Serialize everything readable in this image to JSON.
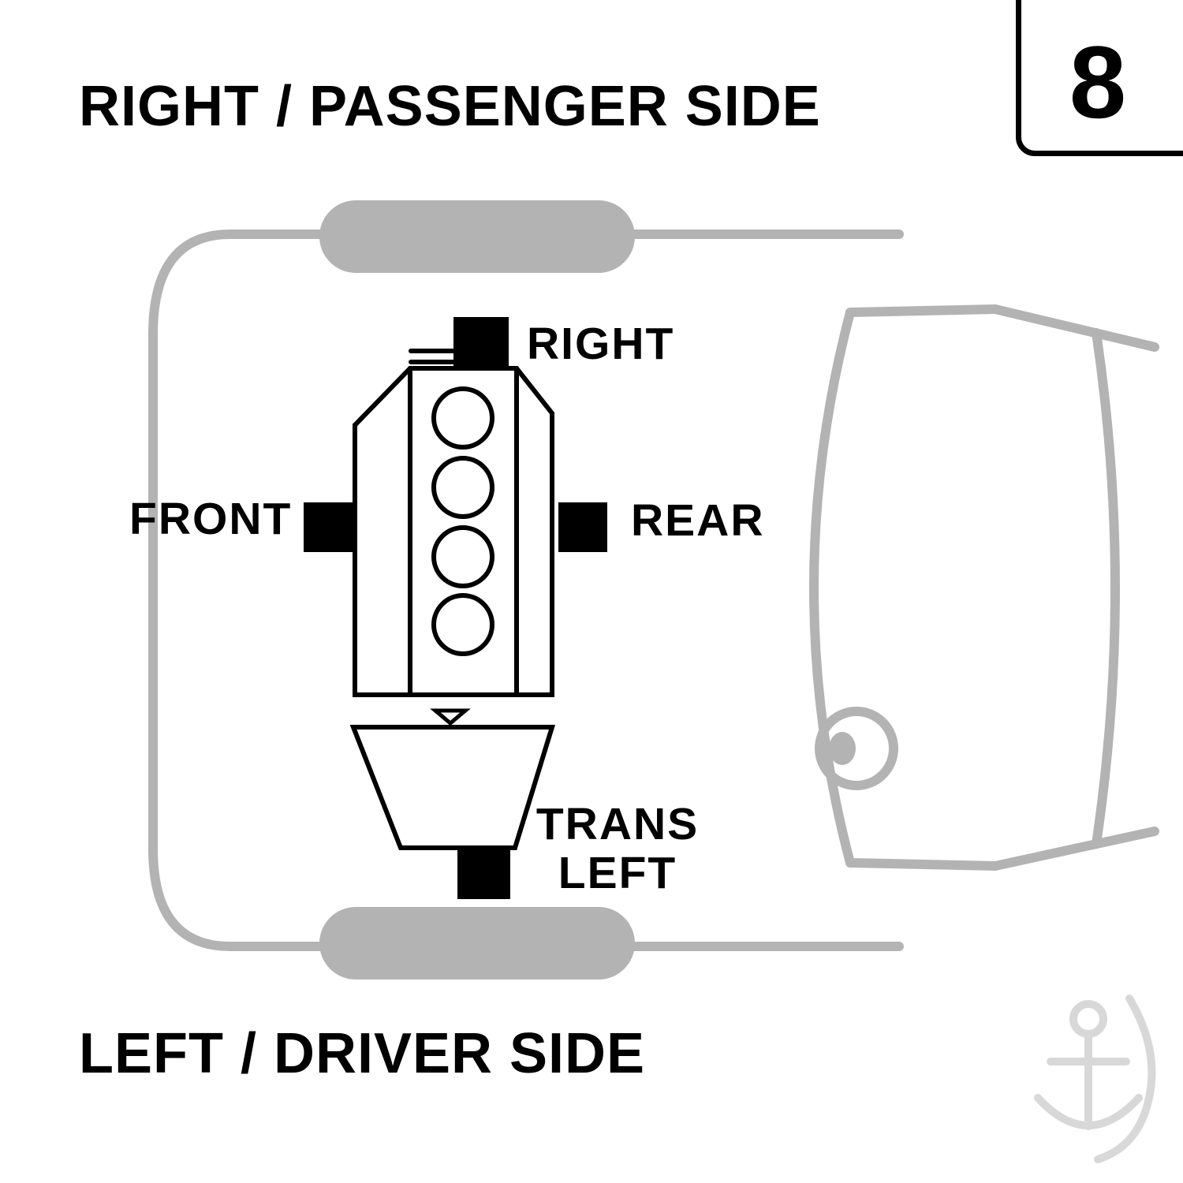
{
  "page": {
    "number": "8",
    "title_top": "RIGHT / PASSENGER SIDE",
    "title_bottom": "LEFT / DRIVER SIDE"
  },
  "mount_labels": {
    "right": "RIGHT",
    "front": "FRONT",
    "rear": "REAR",
    "trans_line1": "TRANS",
    "trans_line2": "LEFT"
  },
  "diagram": {
    "subject": "engine and transmission mount locations, top view",
    "cylinder_count": 4,
    "mounts": [
      {
        "position": "top",
        "label": "RIGHT"
      },
      {
        "position": "left",
        "label": "FRONT"
      },
      {
        "position": "right",
        "label": "REAR"
      },
      {
        "position": "bottom",
        "label": "TRANS LEFT"
      }
    ]
  },
  "colors": {
    "ink": "#000000",
    "outline_gray": "#b3b3b3",
    "watermark_gray": "#d8d8d8",
    "background": "#ffffff"
  }
}
